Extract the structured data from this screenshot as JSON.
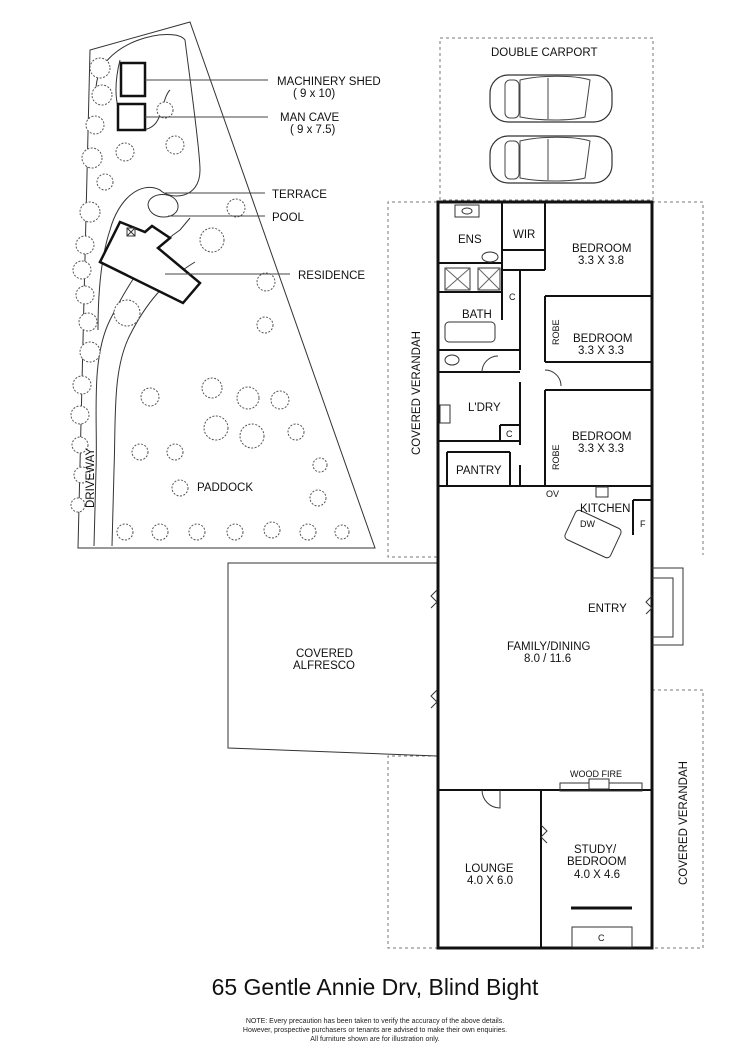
{
  "site": {
    "machinery_shed": "MACHINERY SHED",
    "machinery_shed_size": "( 9 x 10)",
    "man_cave": "MAN CAVE",
    "man_cave_size": "( 9 x 7.5)",
    "terrace": "TERRACE",
    "pool": "POOL",
    "residence": "RESIDENCE",
    "driveway": "DRIVEWAY",
    "paddock": "PADDOCK"
  },
  "floorplan": {
    "double_carport": "DOUBLE CARPORT",
    "ens": "ENS",
    "wir": "WIR",
    "bedroom1": "BEDROOM",
    "bedroom1_size": "3.3 X 3.8",
    "bedroom2": "BEDROOM",
    "bedroom2_size": "3.3 X 3.3",
    "bedroom3": "BEDROOM",
    "bedroom3_size": "3.3 X 3.3",
    "bath": "BATH",
    "robe1": "ROBE",
    "robe2": "ROBE",
    "c1": "C",
    "c2": "C",
    "c3": "C",
    "laundry": "L'DRY",
    "pantry": "PANTRY",
    "ov": "OV",
    "kitchen": "KITCHEN",
    "fridge": "F",
    "dw": "DW",
    "entry": "ENTRY",
    "family_dining": "FAMILY/DINING",
    "family_dining_size": "8.0 / 11.6",
    "covered_alfresco_1": "COVERED",
    "covered_alfresco_2": "ALFRESCO",
    "covered_verandah_left": "COVERED VERANDAH",
    "covered_verandah_right": "COVERED VERANDAH",
    "wood_fire": "WOOD FIRE",
    "lounge": "LOUNGE",
    "lounge_size": "4.0 X 6.0",
    "study_1": "STUDY/",
    "study_2": "BEDROOM",
    "study_size": "4.0 X 4.6"
  },
  "footer": {
    "address": "65 Gentle Annie Drv, Blind Bight",
    "note_line1": "NOTE: Every precaution has been taken to verify the accuracy of the above details.",
    "note_line2": "However, prospective purchasers or tenants are advised to make their own enquiries.",
    "note_line3": "All furniture shown are for illustration only."
  }
}
